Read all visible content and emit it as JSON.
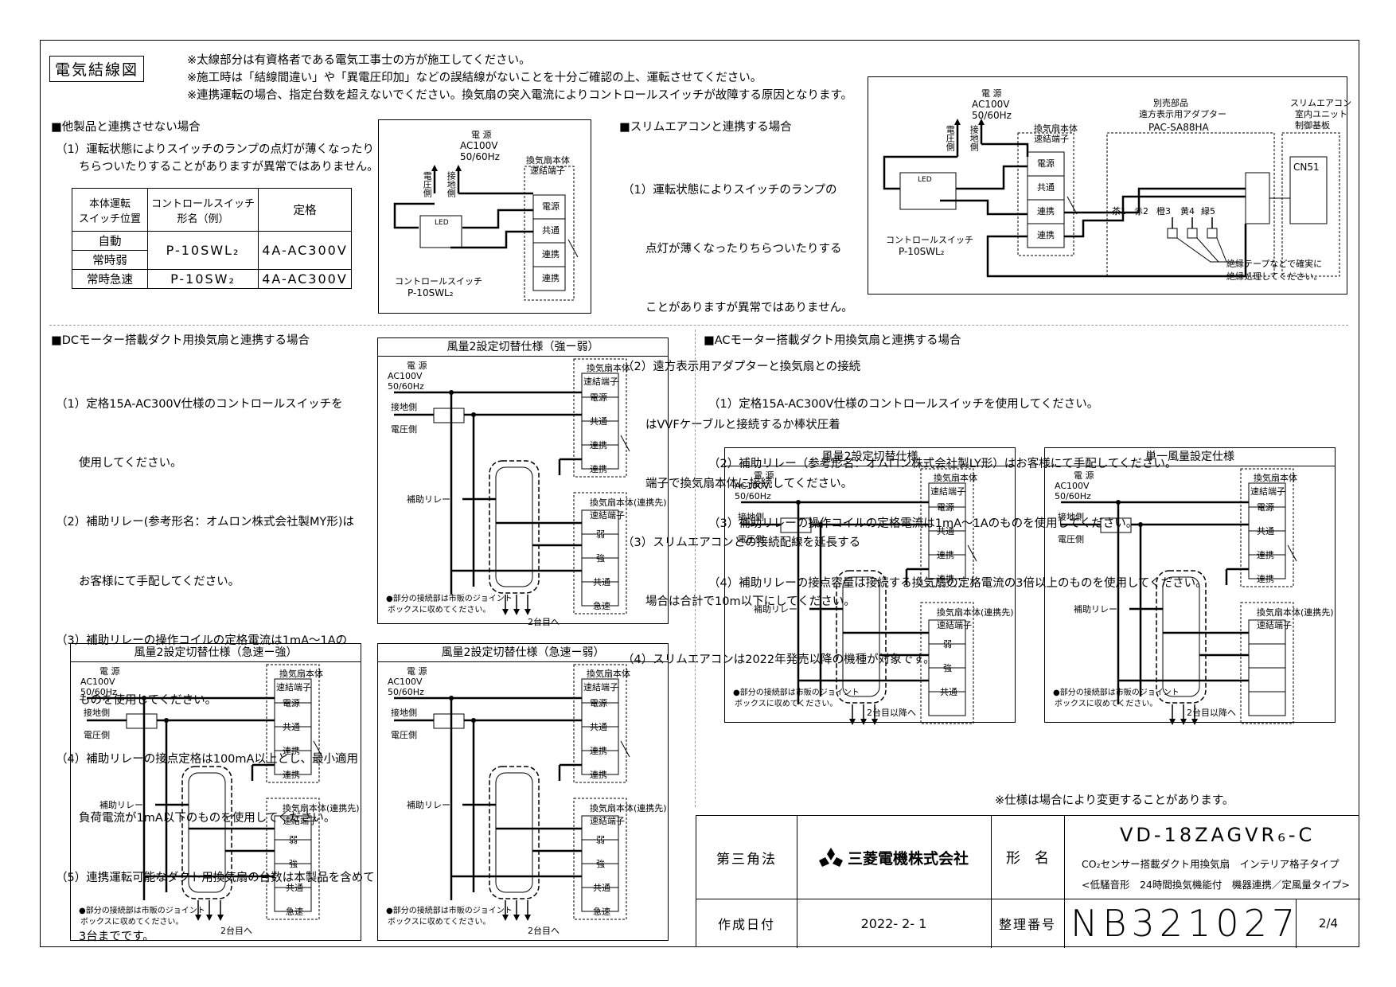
{
  "header": {
    "title": "電気結線図",
    "notes": [
      "※太線部分は有資格者である電気工事士の方が施工してください。",
      "※施工時は「結線間違い」や「異電圧印加」などの誤結線がないことを十分ご確認の上、運転させてください。",
      "※連携運転の場合、指定台数を超えないでください。換気扇の突入電流によりコントロールスイッチが故障する原因となります。"
    ]
  },
  "section1": {
    "title": "■他製品と連携させない場合",
    "note_lines": [
      "（1）運転状態によりスイッチのランプの点灯が薄くなったり",
      "　　ちらついたりすることがありますが異常ではありません。"
    ],
    "table": {
      "headers": [
        "本体運転\nスイッチ位置",
        "コントロールスイッチ\n形名（例）",
        "定格"
      ],
      "rows": [
        [
          "自動",
          "P-10SWL₂",
          "4A-AC300V"
        ],
        [
          "常時弱",
          "",
          ""
        ],
        [
          "常時急速",
          "P-10SW₂",
          "4A-AC300V"
        ]
      ]
    }
  },
  "common": {
    "power": "電 源",
    "ac": "AC100V",
    "hz": "50/60Hz",
    "voltage_side": "電圧側",
    "ground_side": "接地側",
    "fan_body": "換気扇本体",
    "terminal": "速結端子",
    "t_power": "電源",
    "t_common": "共通",
    "t_link": "連携",
    "t_weak": "弱",
    "t_strong": "強",
    "t_rapid": "急速",
    "control_switch": "コントロールスイッチ",
    "switch_model": "P-10SWL₂",
    "led": "LED",
    "relay": "補助リレー",
    "fan_linked": "換気扇本体(連携先)",
    "junction1": "●部分の接続部は市販のジョイント",
    "junction2": "ボックスに収めてください。",
    "to2": "2台目へ",
    "to2plus": "2台目以降へ"
  },
  "section2": {
    "title": "■スリムエアコンと連携する場合",
    "notes": [
      "（1）運転状態によりスイッチのランプの",
      "　　点灯が薄くなったりちらついたりする",
      "　　ことがありますが異常ではありません。",
      "（2）遠方表示用アダプターと換気扇との接続",
      "　　はVVFケーブルと接続するか棒状圧着",
      "　　端子で換気扇本体に接続してください。",
      "（3）スリムエアコンとの接続配線を延長する",
      "　　場合は合計で10m以下にしてください。",
      "（4）スリムエアコンは2022年発売以降の機種が対象です。"
    ],
    "diagram": {
      "adapter_l1": "別売部品",
      "adapter_l2": "遠方表示用アダプター",
      "adapter_model": "PAC-SA88HA",
      "ac_l1": "スリムエアコン",
      "ac_l2": "室内ユニット",
      "ac_l3": "制御基板",
      "cn": "CN51",
      "wires": [
        "茶1",
        "赤2",
        "橙3",
        "黄4",
        "緑5"
      ],
      "insulate1": "絶縁テープなどで確実に",
      "insulate2": "絶縁処理してください。"
    }
  },
  "section3": {
    "title": "■DCモーター搭載ダクト用換気扇と連携する場合",
    "notes": [
      "（1）定格15A-AC300V仕様のコントロールスイッチを",
      "　　使用してください。",
      "（2）補助リレー(参考形名：オムロン株式会社製MY形)は",
      "　　お客様にて手配してください。",
      "（3）補助リレーの操作コイルの定格電流は1mA～1Aの",
      "　　ものを使用してください。",
      "（4）補助リレーの接点定格は100mA以上とし、最小適用",
      "　　負荷電流が1mA以下のものを使用してください。",
      "（5）連携運転可能なダクト用換気扇の台数は本製品を含めて",
      "　　3台までです。"
    ],
    "d1_title": "風量2設定切替仕様（強ー弱）",
    "d2_title": "風量2設定切替仕様（急速ー強）",
    "d3_title": "風量2設定切替仕様（急速ー弱）"
  },
  "section4": {
    "title": "■ACモーター搭載ダクト用換気扇と連携する場合",
    "notes": [
      "（1）定格15A-AC300V仕様のコントロールスイッチを使用してください。",
      "（2）補助リレー（参考形名：オムロン株式会社製LY形）はお客様にて手配してください。",
      "（3）補助リレーの操作コイルの定格電流は1mA～1Aのものを使用してください。",
      "（4）補助リレーの接点容量は接続する換気扇の定格電流の3倍以上のものを使用してください。"
    ],
    "d1_title": "風量2設定切替仕様",
    "d2_title": "単一風量設定仕様"
  },
  "footer_note": "※仕様は場合により変更することがあります。",
  "title_block": {
    "projection": "第三角法",
    "company": "三菱電機株式会社",
    "model_label": "形　名",
    "model": "VD-18ZAGVR₆-C",
    "desc1": "CO₂センサー搭載ダクト用換気扇　インテリア格子タイプ",
    "desc2": "<低騒音形　24時間換気機能付　機器連携／定風量タイプ>",
    "date_label": "作成日付",
    "date": "2022- 2- 1",
    "number_label": "整理番号",
    "number": "NB321027",
    "page": "2/4"
  }
}
